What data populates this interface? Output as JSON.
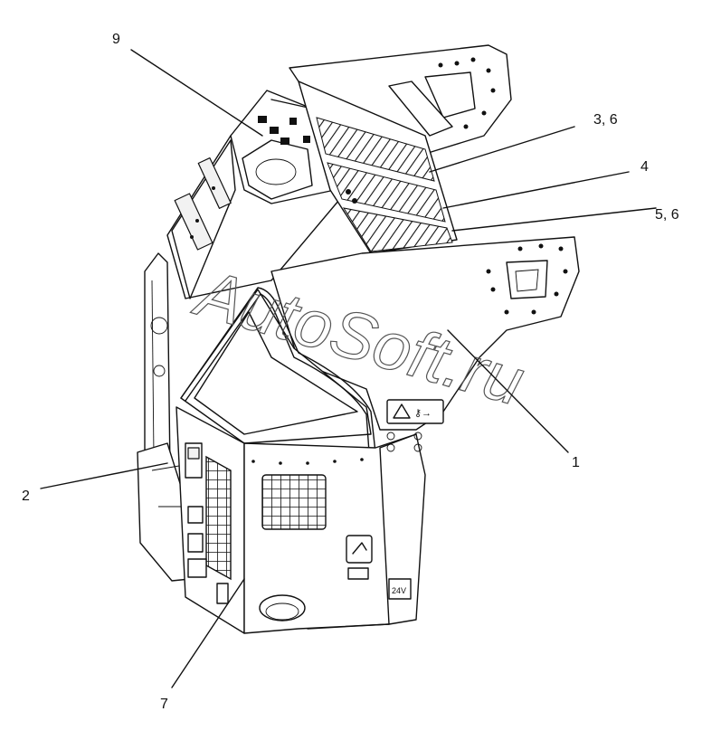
{
  "callouts": [
    {
      "id": "c9",
      "label": "9"
    },
    {
      "id": "c36",
      "label": "3, 6"
    },
    {
      "id": "c4",
      "label": "4"
    },
    {
      "id": "c56",
      "label": "5, 6"
    },
    {
      "id": "c1",
      "label": "1"
    },
    {
      "id": "c2",
      "label": "2"
    },
    {
      "id": "c7",
      "label": "7"
    }
  ],
  "watermark": "AutoSoft.ru",
  "panel_marking": "24V",
  "colors": {
    "line": "#111111",
    "background": "#ffffff"
  }
}
